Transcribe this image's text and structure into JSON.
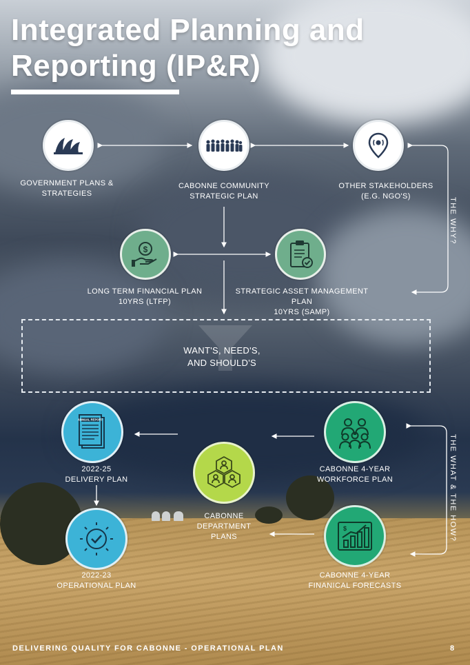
{
  "header": {
    "title": "Integrated Planning and Reporting (IP&R)"
  },
  "diagram": {
    "top_row": [
      {
        "label_line1": "GOVERNMENT PLANS &",
        "label_line2": "STRATEGIES",
        "icon": "opera-house-icon"
      },
      {
        "label_line1": "CABONNE COMMUNITY",
        "label_line2": "STRATEGIC PLAN",
        "icon": "community-crowd-icon"
      },
      {
        "label_line1": "OTHER STAKEHOLDERS",
        "label_line2": "(E.G. NGO'S)",
        "icon": "location-pin-icon"
      }
    ],
    "middle_row": [
      {
        "label_line1": "LONG TERM FINANCIAL PLAN",
        "label_line2": "10YRS (LTFP)",
        "icon": "money-hand-icon"
      },
      {
        "label_line1": "STRATEGIC ASSET MANAGEMENT",
        "label_line2": "PLAN",
        "label_line3": "10YRS (SAMP)",
        "icon": "clipboard-check-icon"
      }
    ],
    "funnel": {
      "line1": "WANT'S, NEED'S,",
      "line2": "AND SHOULD'S"
    },
    "bottom": [
      {
        "label_line1": "2022-25",
        "label_line2": "DELIVERY PLAN",
        "icon": "annual-report-icon",
        "icon_text": "ANNUAL REPORT"
      },
      {
        "label_line1": "CABONNE 4-YEAR",
        "label_line2": "WORKFORCE PLAN",
        "icon": "workforce-team-icon"
      },
      {
        "label_line1": "CABONNE",
        "label_line2": "DEPARTMENT",
        "label_line3": "PLANS",
        "icon": "department-people-icon"
      },
      {
        "label_line1": "2022-23",
        "label_line2": "OPERATIONAL PLAN",
        "icon": "gear-check-icon"
      },
      {
        "label_line1": "CABONNE 4-YEAR",
        "label_line2": "FINANICAL FORECASTS",
        "icon": "growth-chart-icon"
      }
    ],
    "side_labels": {
      "why": "THE WHY?",
      "what_how": "THE WHAT & THE HOW?"
    }
  },
  "footer": {
    "text": "DELIVERING QUALITY FOR CABONNE - OPERATIONAL PLAN",
    "page_number": "8"
  },
  "colors": {
    "white": "#ffffff",
    "green": "#6fae8c",
    "blue": "#3cb3d7",
    "lime": "#b4d84a",
    "teal": "#22a875"
  }
}
